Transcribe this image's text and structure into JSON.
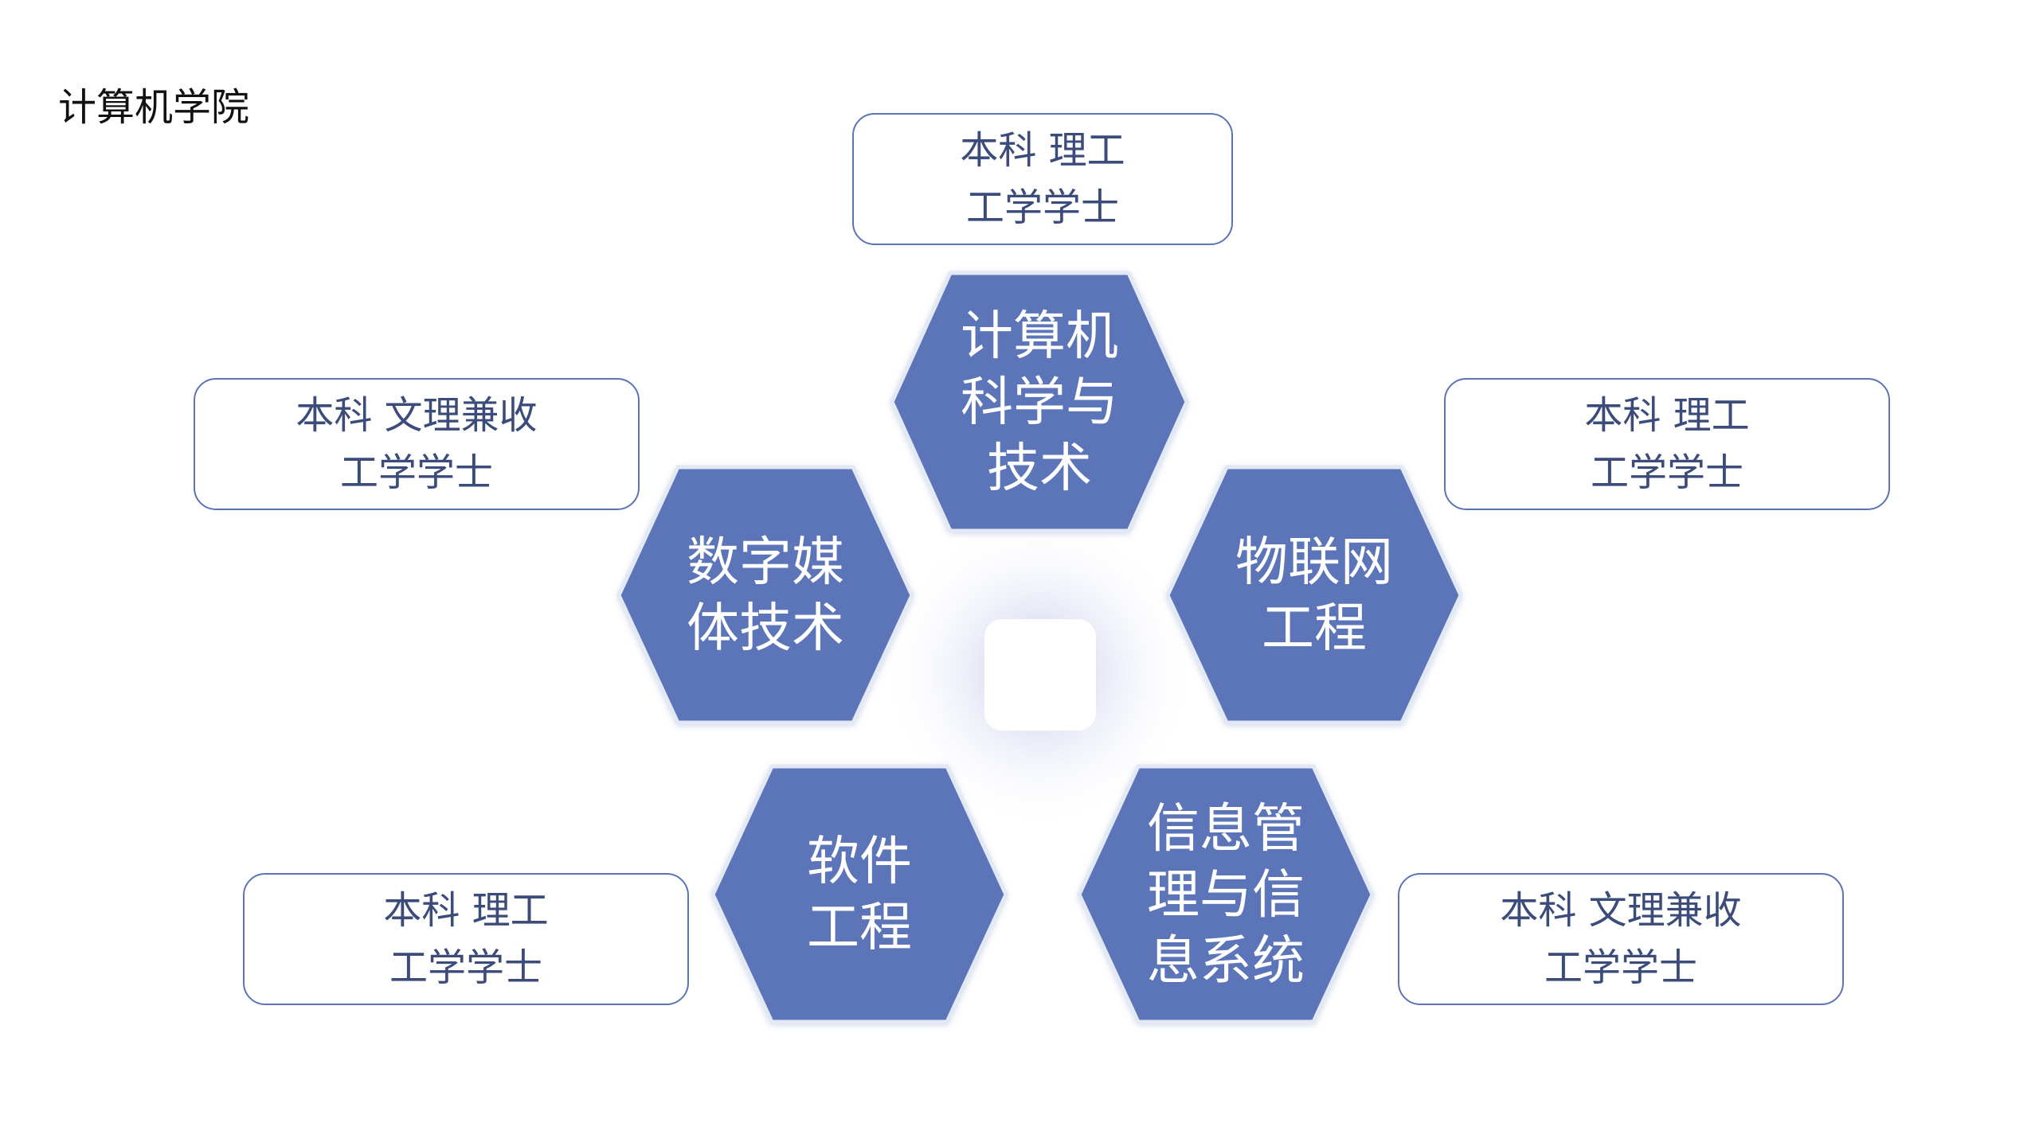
{
  "page_title": "计算机学院",
  "majors": [
    {
      "name_lines": [
        "计算机",
        "科学与",
        "技术"
      ],
      "info": {
        "line1": "本科  理工",
        "line2": "工学学士"
      }
    },
    {
      "name_lines": [
        "数字媒",
        "体技术"
      ],
      "info": {
        "line1": "本科  文理兼收",
        "line2": "工学学士"
      }
    },
    {
      "name_lines": [
        "物联网",
        "工程"
      ],
      "info": {
        "line1": "本科  理工",
        "line2": "工学学士"
      }
    },
    {
      "name_lines": [
        "软件",
        "工程"
      ],
      "info": {
        "line1": "本科  理工",
        "line2": "工学学士"
      }
    },
    {
      "name_lines": [
        "信息管",
        "理与信",
        "息系统"
      ],
      "info": {
        "line1": "本科  文理兼收",
        "line2": "工学学士"
      }
    }
  ],
  "colors": {
    "hexagon_fill": "#5b74b8",
    "box_border": "#5b74b8",
    "info_text": "#3b4b7a"
  }
}
